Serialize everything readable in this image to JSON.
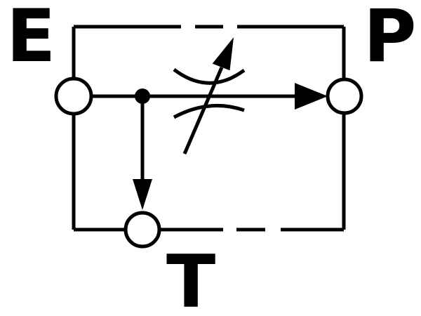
{
  "diagram": {
    "description": "Adjustable throttle (variable flow restrictor) valve symbol with ports E, P and T inside a dashed component enclosure",
    "ports": [
      {
        "id": "E",
        "label": "E",
        "position": "top-left"
      },
      {
        "id": "P",
        "label": "P",
        "position": "top-right"
      },
      {
        "id": "T",
        "label": "T",
        "position": "bottom-center"
      }
    ],
    "colors": {
      "line": "#000000",
      "background": "#ffffff"
    }
  }
}
